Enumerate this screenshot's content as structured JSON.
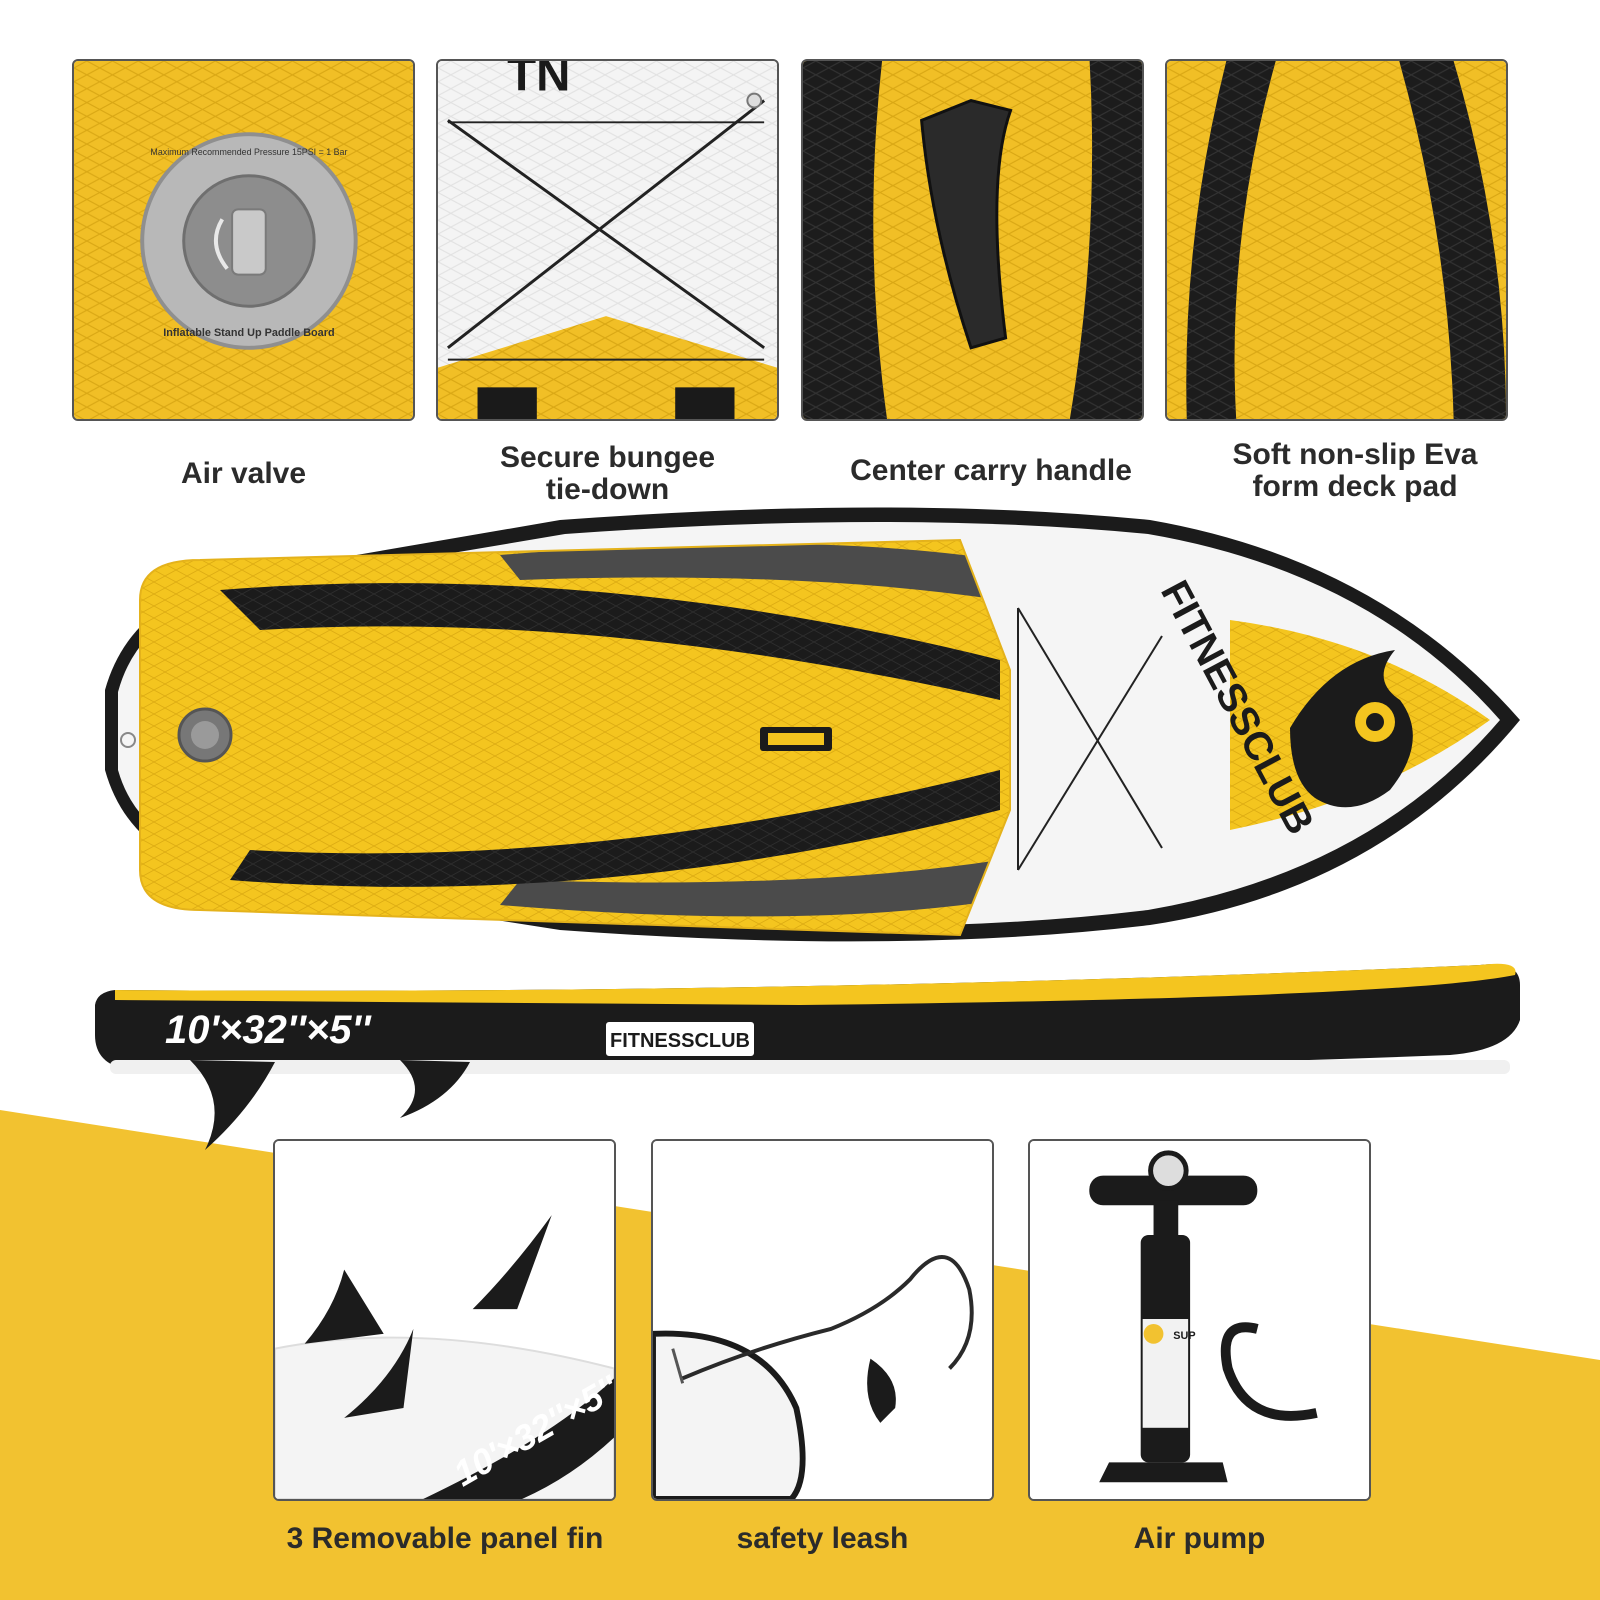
{
  "colors": {
    "brand_yellow": "#f2c230",
    "deck_yellow": "#f4c51f",
    "black": "#1a1a1a",
    "grey": "#5a5a5a",
    "white": "#f7f7f7"
  },
  "features_top": [
    {
      "label": "Air valve",
      "valve_text": [
        "Maximum Recommended Pressure 15PSI = 1 Bar",
        "Inflatable Stand Up Paddle Board"
      ]
    },
    {
      "label_line1": "Secure bungee",
      "label_line2": "tie-down"
    },
    {
      "label": "Center carry handle"
    },
    {
      "label_line1": "Soft non-slip Eva",
      "label_line2": "form deck pad"
    }
  ],
  "board": {
    "brand": "FITNESSCLUB",
    "dimensions": "10'×32''×5''"
  },
  "accessories": [
    {
      "label": "3 Removable panel fin",
      "board_print": "10'×32''×5''"
    },
    {
      "label": "safety leash"
    },
    {
      "label": "Air pump",
      "pump_sticker": "SUP"
    }
  ]
}
